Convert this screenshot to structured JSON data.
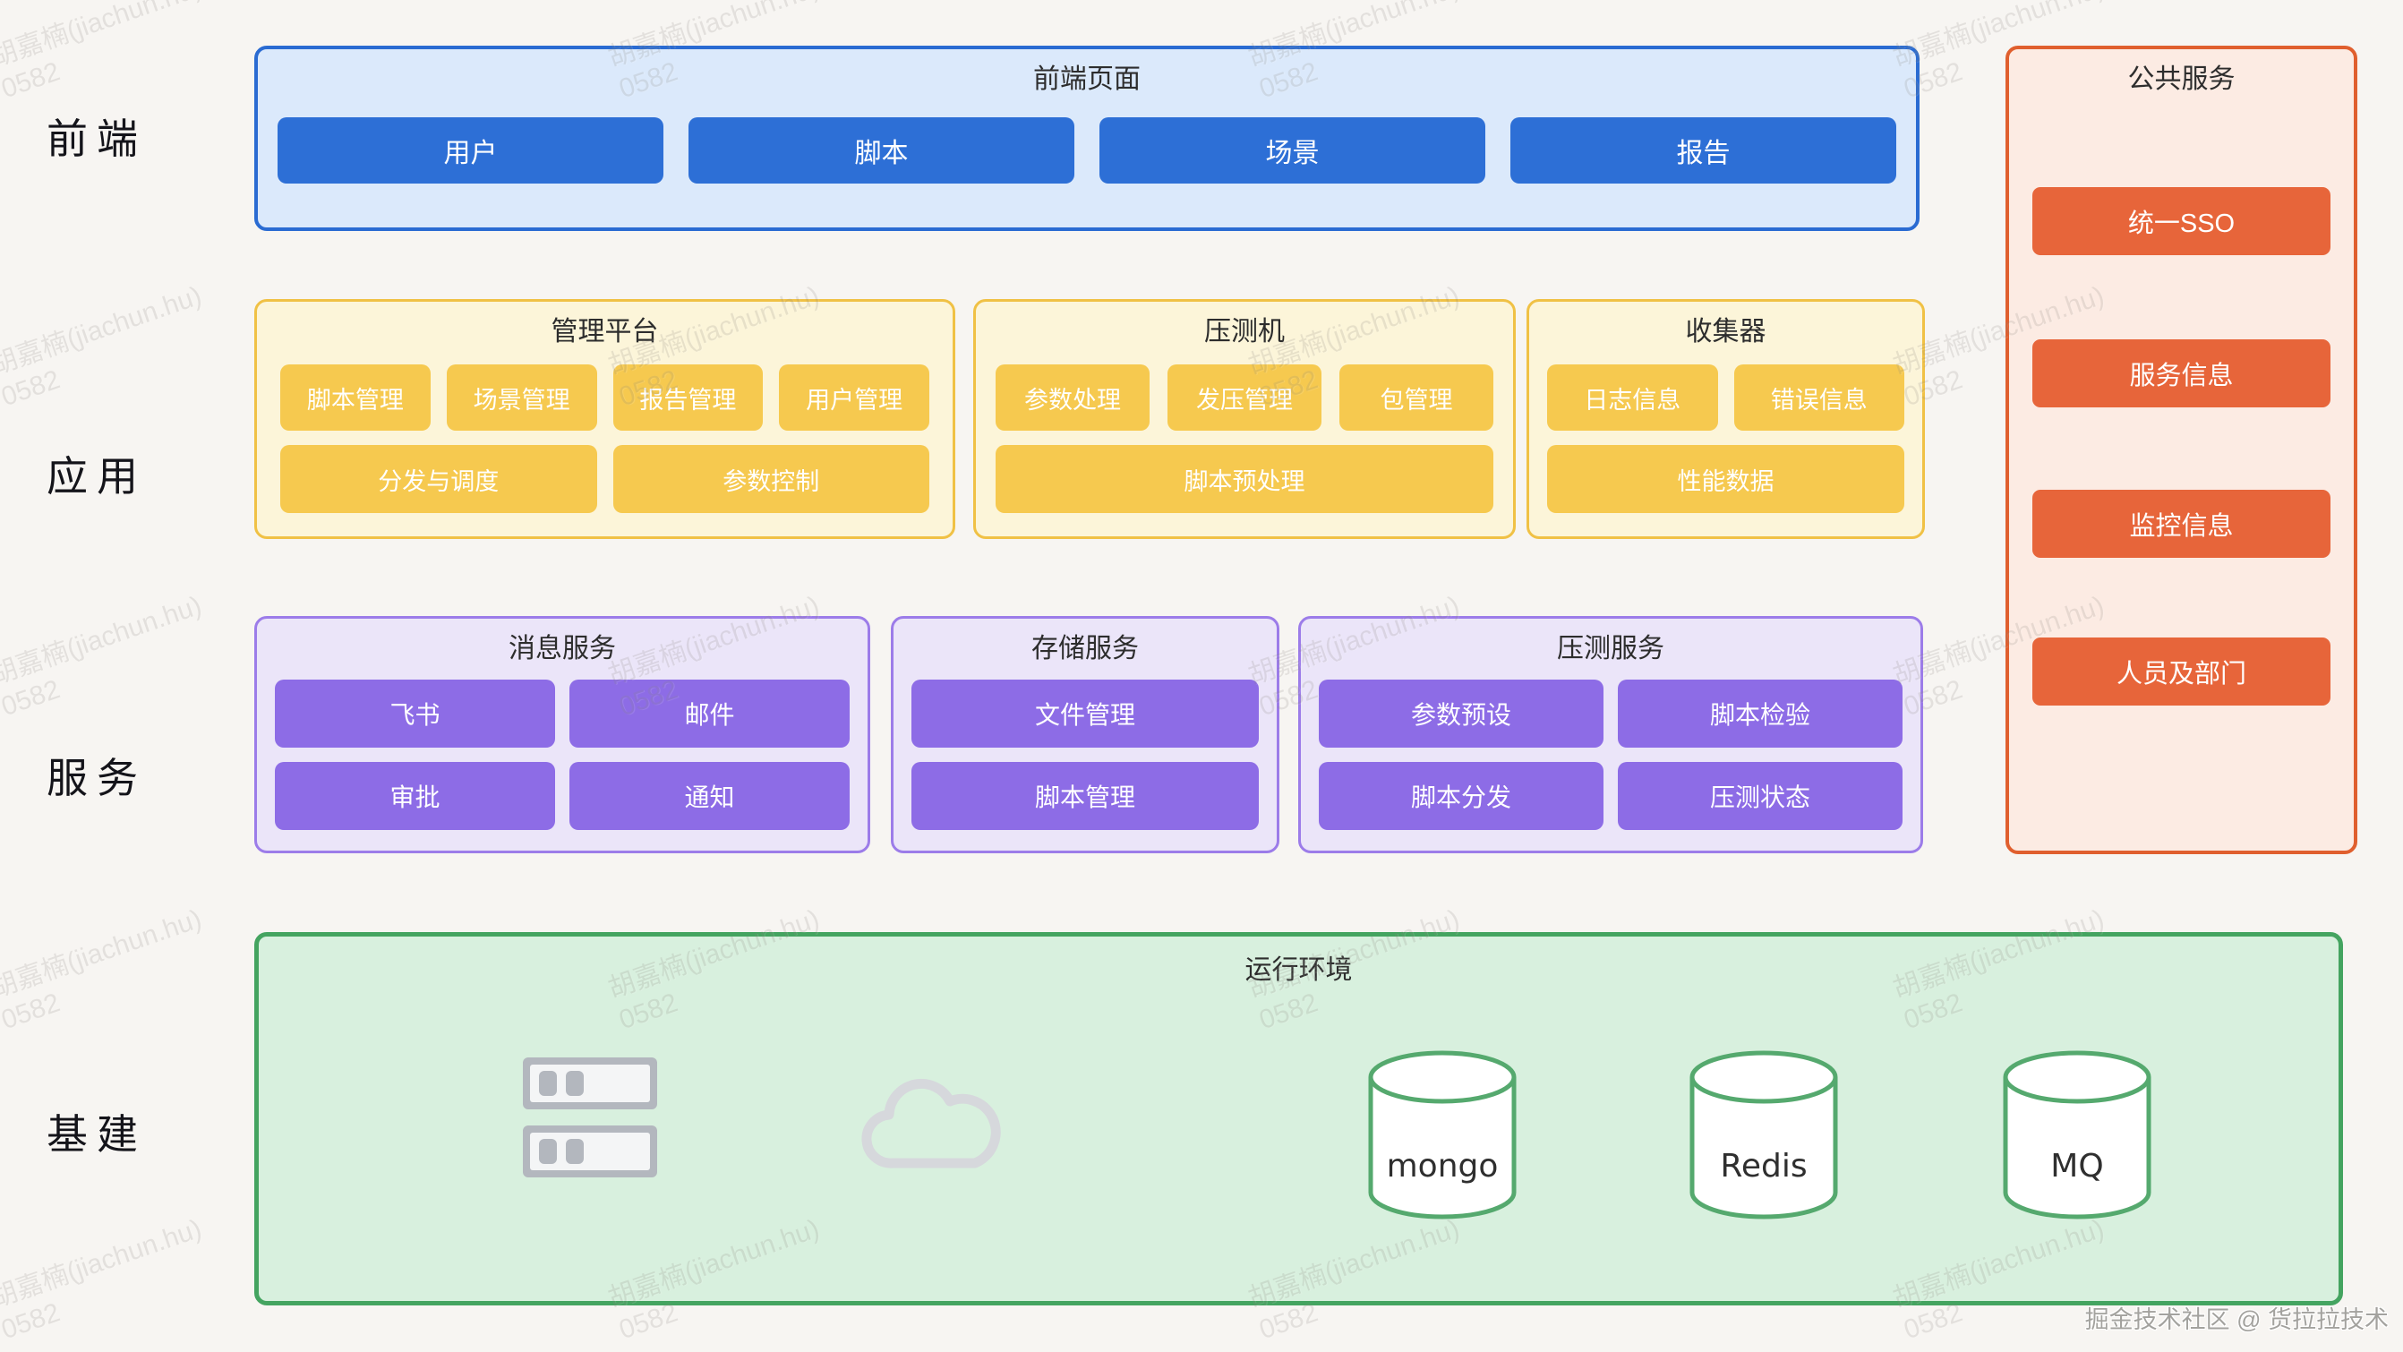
{
  "colors": {
    "page_bg": "#f7f5f2",
    "blue_bg": "#dbe9fb",
    "blue_border": "#2a6bd2",
    "blue_button": "#2d6fd6",
    "yellow_bg": "#fcf5d9",
    "yellow_border": "#f0c145",
    "yellow_button": "#f6c94f",
    "purple_bg": "#ebe5f9",
    "purple_border": "#9c7ce9",
    "purple_button": "#8d6ce6",
    "orange_bg": "#fcebe3",
    "orange_border": "#e05f2e",
    "orange_button": "#e7653a",
    "green_bg": "#d8f0de",
    "green_border": "#44a460",
    "db_stroke": "#55a96e",
    "icon_gray": "#b3b7be",
    "cloud_gray": "#d6d8dc"
  },
  "side_labels": {
    "frontend": "前端",
    "application": "应用",
    "services": "服务",
    "infrastructure": "基建"
  },
  "frontend_pages": {
    "title": "前端页面",
    "buttons": [
      "用户",
      "脚本",
      "场景",
      "报告"
    ]
  },
  "management_platform": {
    "title": "管理平台",
    "row1": [
      "脚本管理",
      "场景管理",
      "报告管理",
      "用户管理"
    ],
    "row2": [
      "分发与调度",
      "参数控制"
    ]
  },
  "load_machine": {
    "title": "压测机",
    "row1": [
      "参数处理",
      "发压管理",
      "包管理"
    ],
    "row2": [
      "脚本预处理"
    ]
  },
  "collector": {
    "title": "收集器",
    "row1": [
      "日志信息",
      "错误信息"
    ],
    "row2": [
      "性能数据"
    ]
  },
  "message_service": {
    "title": "消息服务",
    "row1": [
      "飞书",
      "邮件"
    ],
    "row2": [
      "审批",
      "通知"
    ]
  },
  "storage_service": {
    "title": "存储服务",
    "row1": [
      "文件管理"
    ],
    "row2": [
      "脚本管理"
    ]
  },
  "loadtest_service": {
    "title": "压测服务",
    "row1": [
      "参数预设",
      "脚本检验"
    ],
    "row2": [
      "脚本分发",
      "压测状态"
    ]
  },
  "public_services": {
    "title": "公共服务",
    "buttons": [
      "统一SSO",
      "服务信息",
      "监控信息",
      "人员及部门"
    ]
  },
  "runtime": {
    "title": "运行环境",
    "databases": [
      "mongo",
      "Redis",
      "MQ"
    ]
  },
  "watermark": {
    "line1": "胡嘉楠(jiachun.hu)",
    "line2": "0582"
  },
  "footer": {
    "credit": "掘金技术社区 @ 货拉拉技术"
  }
}
